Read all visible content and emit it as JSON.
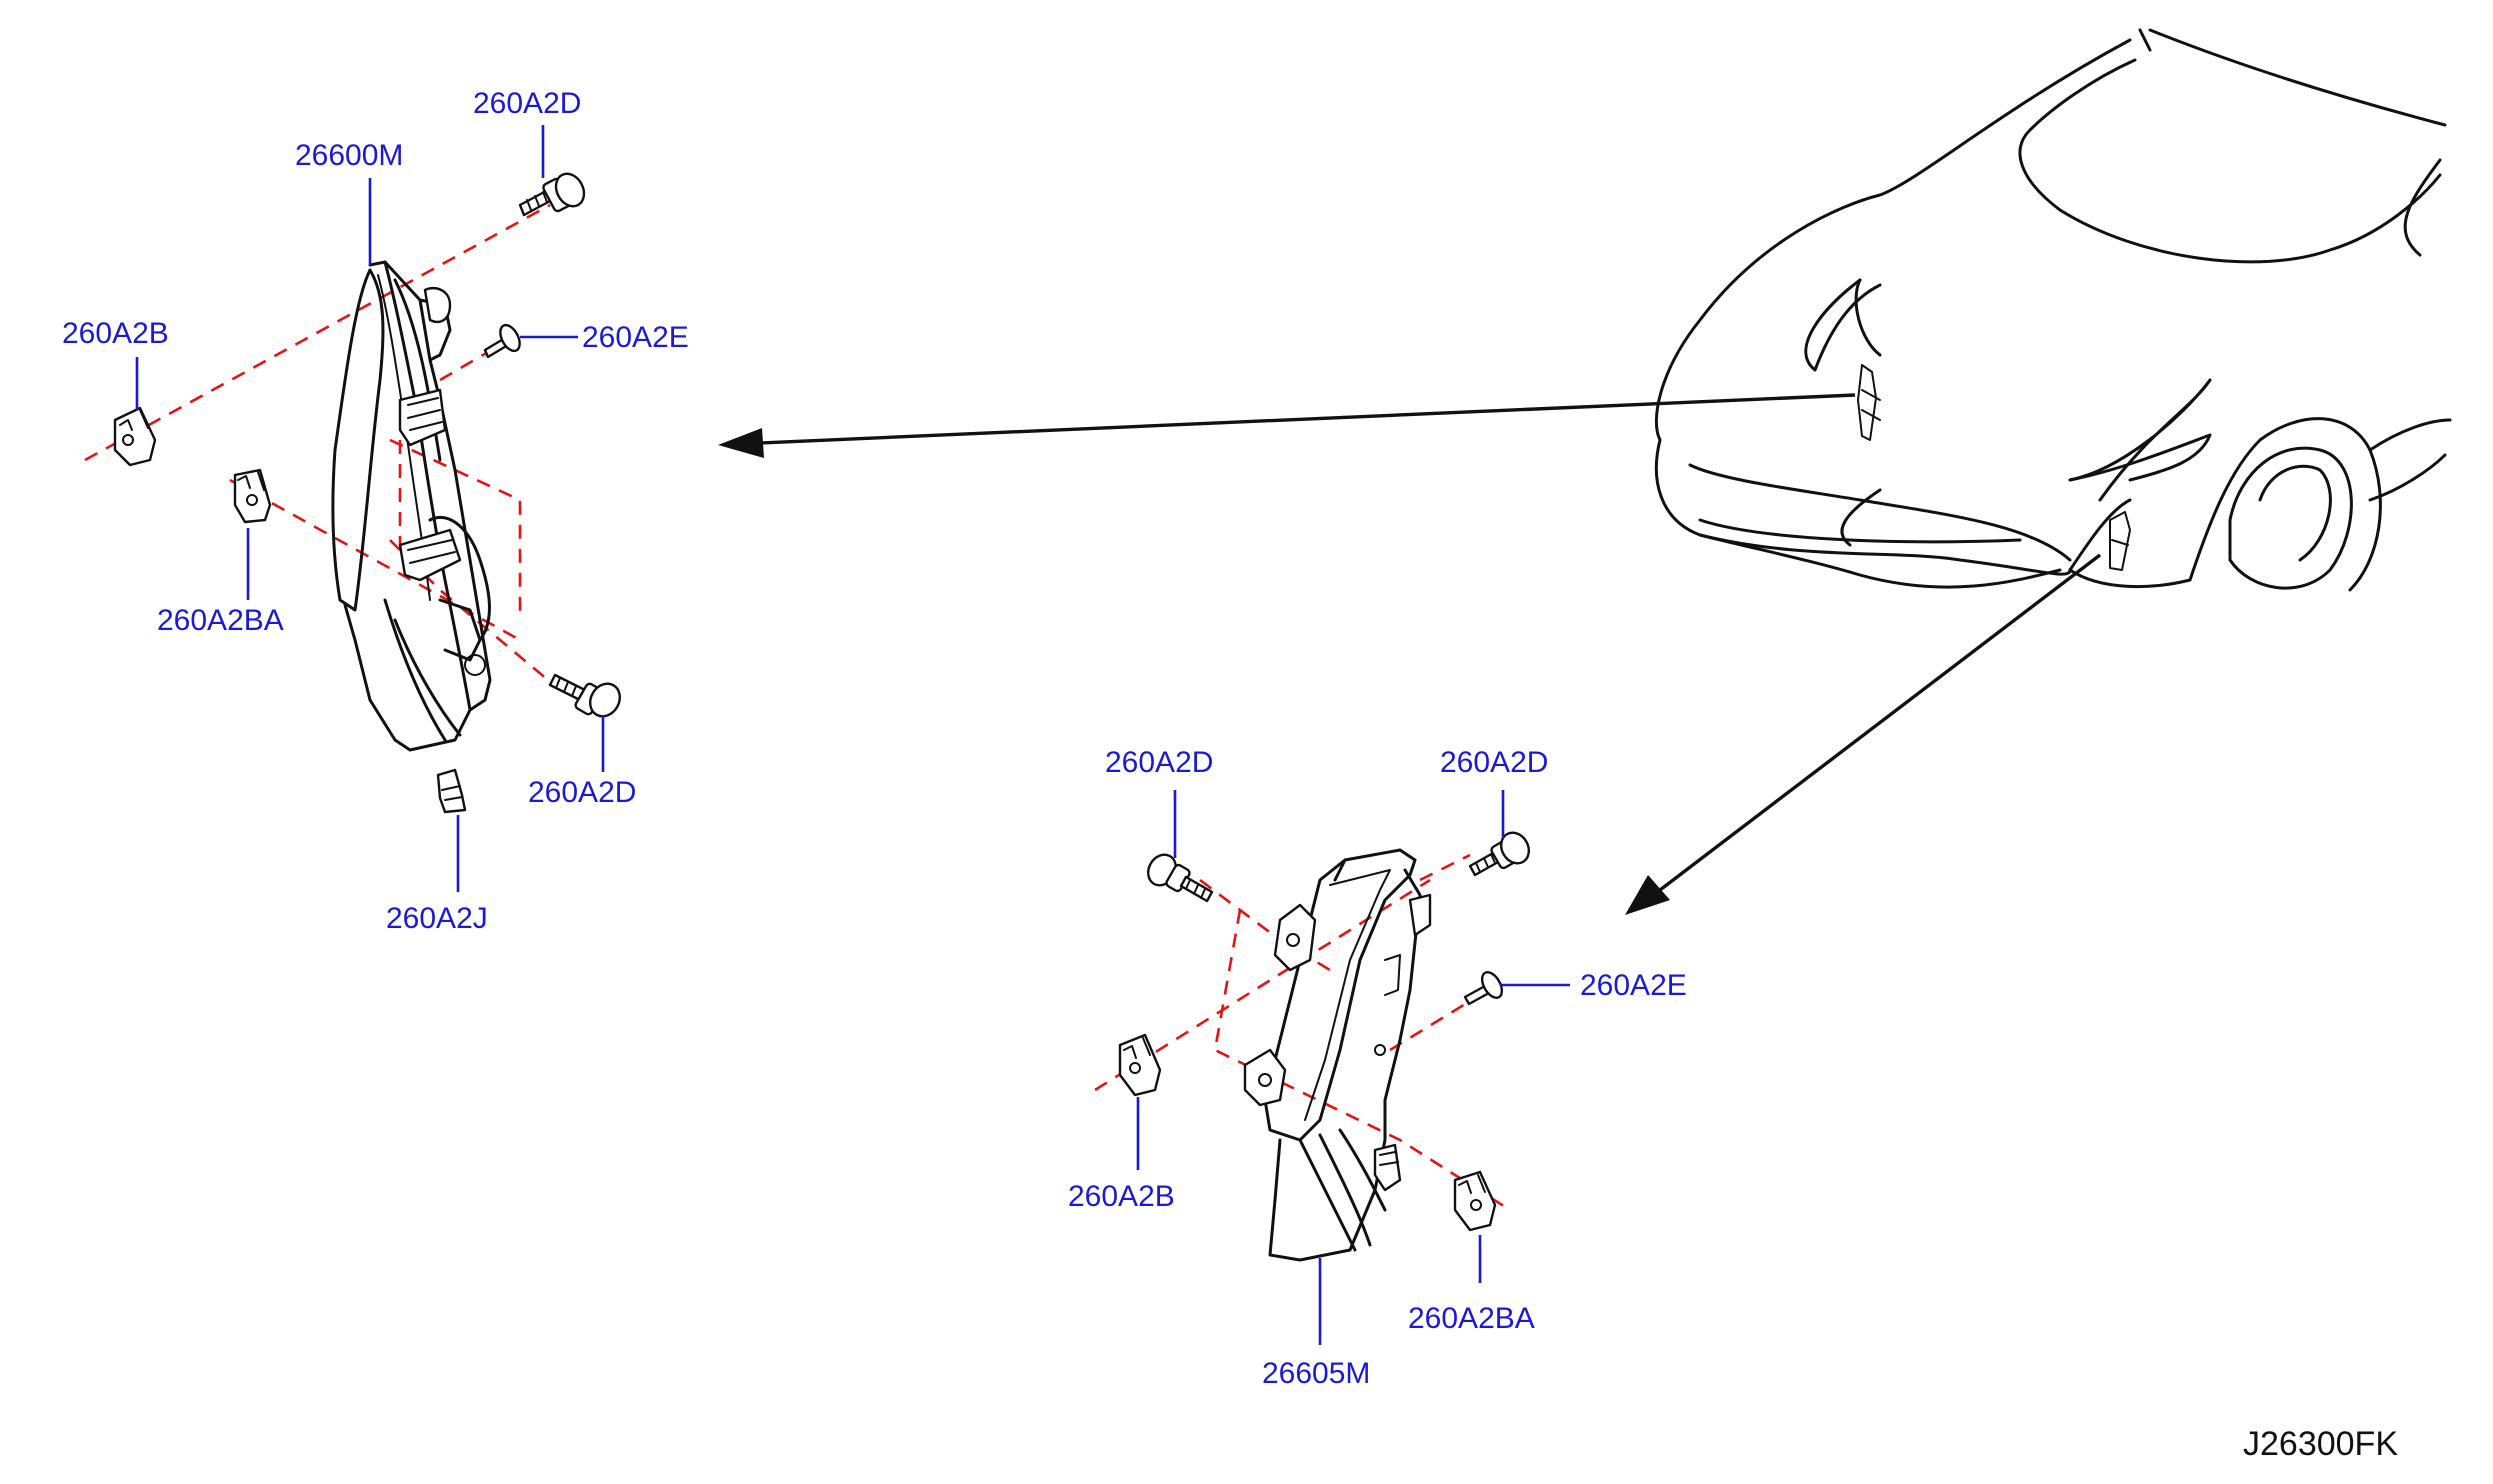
{
  "diagram_code": "J26300FK",
  "colors": {
    "callout_text": "#1a1ad6",
    "dashed_line": "#e31414",
    "line_art": "#111111",
    "background": "#ffffff"
  },
  "left_assembly": {
    "lamp": "26600M",
    "bolt_top": "260A2D",
    "bolt_bottom": "260A2D",
    "screw": "260A2E",
    "clip_left": "260A2B",
    "clip_lower": "260A2BA",
    "bracket": "260A2J"
  },
  "right_assembly": {
    "lamp": "26605M",
    "bolt_left": "260A2D",
    "bolt_right": "260A2D",
    "screw": "260A2E",
    "clip_left": "260A2B",
    "clip_lower": "260A2BA"
  }
}
